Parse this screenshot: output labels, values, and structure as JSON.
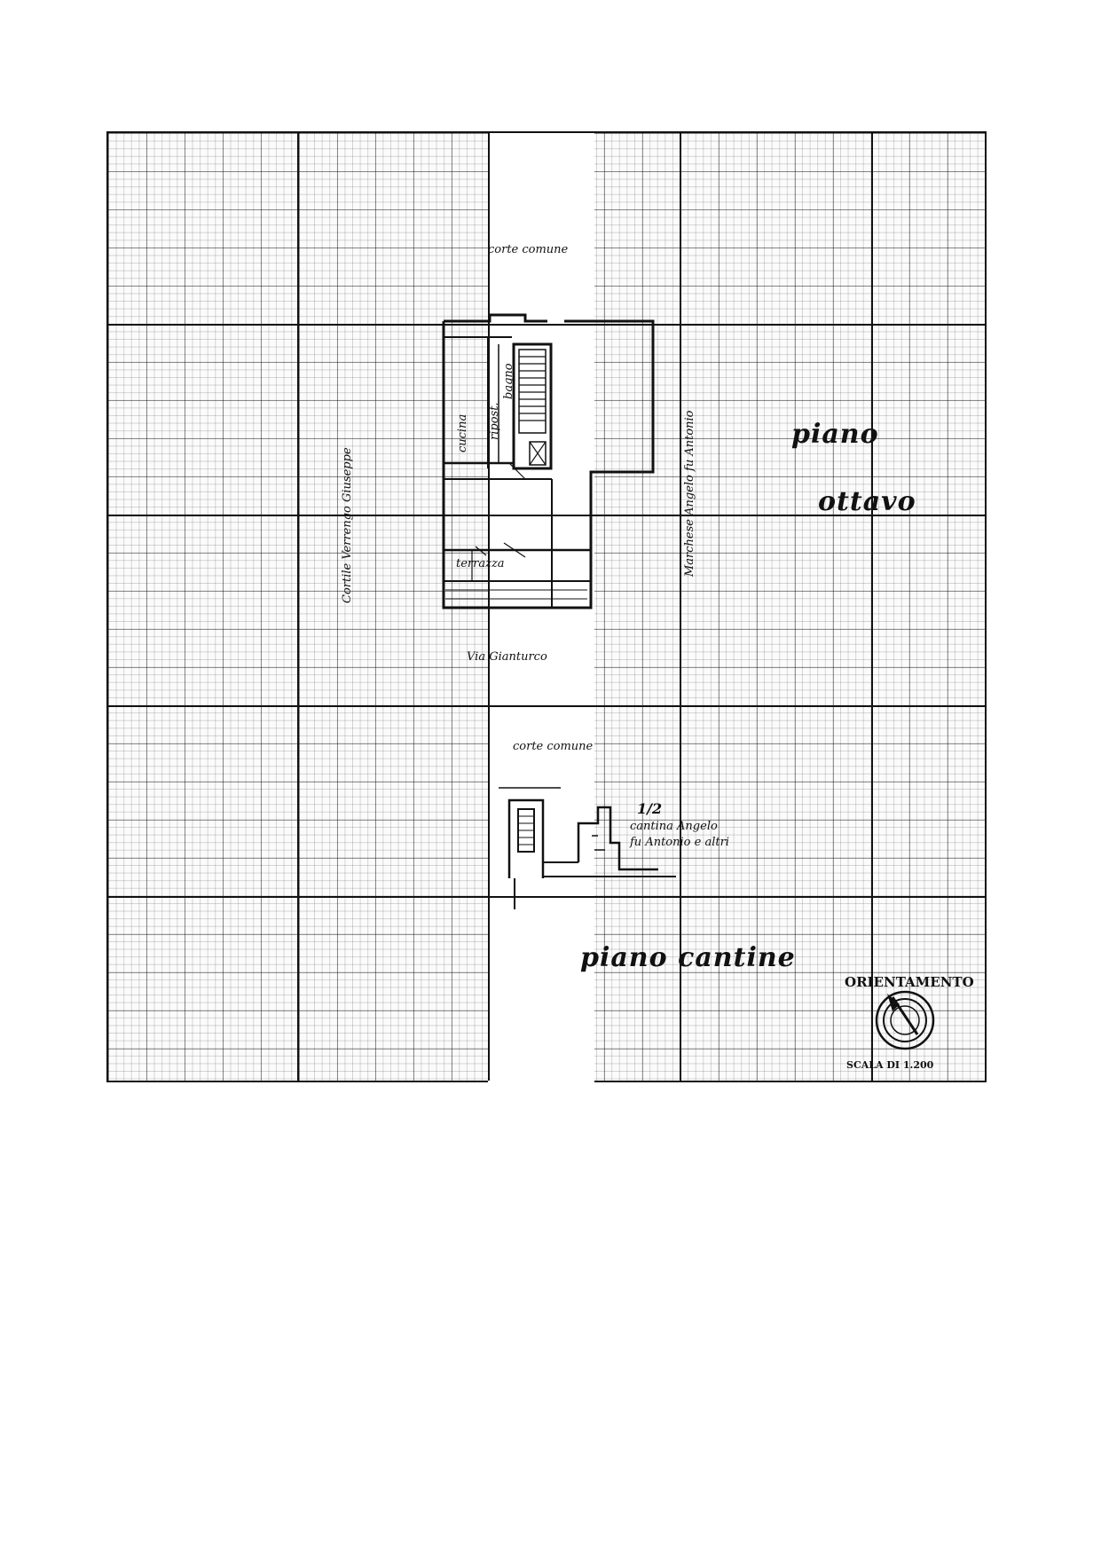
{
  "plan": {
    "labels": {
      "top_neighbour": "corte comune",
      "left_neighbour": "Cortile Verrengo Giuseppe",
      "right_neighbour": "Marchese Angelo fu Antonio",
      "room_kitchen": "cucina",
      "room_bathroom": "bagno",
      "room_ripostiglio": "ripost.",
      "room_terrace": "terrazza",
      "bottom_neighbour": "Via Gianturco",
      "floor_upper_line1": "piano",
      "floor_upper_line2": "ottavo",
      "cellar_mark": "1/2",
      "cellar_note_line1": "cantina Angelo",
      "cellar_note_line2": "fu Antonio e altri",
      "cellar_top_label": "corte comune",
      "floor_lower": "piano cantine"
    },
    "legend": {
      "orientation_title": "ORIENTAMENTO",
      "scale_label": "SCALA DI 1.200"
    },
    "icons": [
      "compass-rose-icon",
      "north-arrow-icon"
    ]
  }
}
